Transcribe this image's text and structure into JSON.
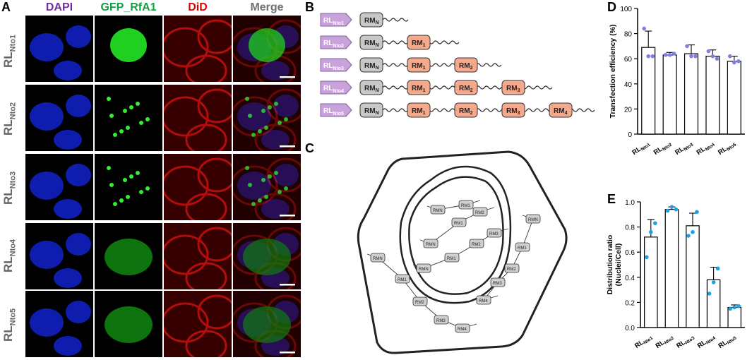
{
  "panel_labels": {
    "A": "A",
    "B": "B",
    "C": "C",
    "D": "D",
    "E": "E"
  },
  "panelA": {
    "channels": [
      {
        "label": "DAPI",
        "color": "#7030a0"
      },
      {
        "label": "GFP_RfA1",
        "color": "#10a040"
      },
      {
        "label": "DiD",
        "color": "#e00000"
      },
      {
        "label": "Merge",
        "color": "#707070"
      }
    ],
    "rows": [
      {
        "base": "RL",
        "sub": "Nto1"
      },
      {
        "base": "RL",
        "sub": "Nto2"
      },
      {
        "base": "RL",
        "sub": "Nto3"
      },
      {
        "base": "RL",
        "sub": "Nto4"
      },
      {
        "base": "RL",
        "sub": "Nto5"
      }
    ]
  },
  "panelB": {
    "constructs": [
      {
        "base": "RL",
        "sub": "Nto1",
        "modules": [
          "RMN"
        ]
      },
      {
        "base": "RL",
        "sub": "Nto2",
        "modules": [
          "RMN",
          "RM1"
        ]
      },
      {
        "base": "RL",
        "sub": "Nto3",
        "modules": [
          "RMN",
          "RM1",
          "RM2"
        ]
      },
      {
        "base": "RL",
        "sub": "Nto4",
        "modules": [
          "RMN",
          "RM1",
          "RM2",
          "RM3"
        ]
      },
      {
        "base": "RL",
        "sub": "Nto5",
        "modules": [
          "RMN",
          "RM1",
          "RM2",
          "RM3",
          "RM4"
        ]
      }
    ],
    "colors": {
      "tag": "#c8a2d8",
      "rmn": "#c8c8c8",
      "rm": "#f4a98c"
    }
  },
  "panelC": {
    "labels": [
      "RMN",
      "RM1",
      "RMN",
      "RM1",
      "RM2",
      "RMN",
      "RM1",
      "RM2",
      "RM3",
      "RMN",
      "RM1",
      "RM2",
      "RM3",
      "RM4",
      "RMN",
      "RM1",
      "RM2",
      "RM3",
      "RM4"
    ]
  },
  "chart_data": [
    {
      "type": "bar",
      "id": "D",
      "categories": [
        "RLNto1",
        "RLNto2",
        "RLNto3",
        "RLNto4",
        "RLNto5"
      ],
      "category_base": "RL",
      "category_subs": [
        "Nto1",
        "Nto2",
        "Nto3",
        "Nto4",
        "Nto5"
      ],
      "values": [
        69,
        63,
        64,
        62,
        58
      ],
      "errors": [
        13,
        2,
        7,
        5,
        4
      ],
      "points": [
        [
          84,
          62,
          62
        ],
        [
          63,
          63,
          64
        ],
        [
          70,
          62,
          62
        ],
        [
          66,
          62,
          60
        ],
        [
          62,
          57,
          58
        ]
      ],
      "ylabel": "Transfection efficiency (%)",
      "ylim": [
        0,
        100
      ],
      "yticks": [
        "0",
        "20",
        "40",
        "60",
        "80",
        "100"
      ],
      "colors": {
        "bar": "#ffffff",
        "point": "#8080e0"
      }
    },
    {
      "type": "bar",
      "id": "E",
      "categories": [
        "RLNto1",
        "RLNto2",
        "RLNto3",
        "RLNto4",
        "RLNto5"
      ],
      "category_base": "RL",
      "category_subs": [
        "Nto1",
        "Nto2",
        "Nto3",
        "Nto4",
        "Nto5"
      ],
      "values": [
        0.72,
        0.94,
        0.81,
        0.38,
        0.16
      ],
      "errors": [
        0.14,
        0.02,
        0.1,
        0.1,
        0.02
      ],
      "points": [
        [
          0.56,
          0.76,
          0.83
        ],
        [
          0.93,
          0.96,
          0.94
        ],
        [
          0.73,
          0.76,
          0.92
        ],
        [
          0.27,
          0.36,
          0.47
        ],
        [
          0.15,
          0.16,
          0.17
        ]
      ],
      "ylabel": "Distribution ratio (Nuclei/Cell)",
      "ylabel_lines": [
        "Distribution ratio",
        "(Nuclei/Cell)"
      ],
      "ylim": [
        0,
        1.0
      ],
      "yticks": [
        "0.0",
        "0.2",
        "0.4",
        "0.6",
        "0.8",
        "1.0"
      ],
      "colors": {
        "bar": "#ffffff",
        "point": "#20a0e0"
      }
    }
  ]
}
